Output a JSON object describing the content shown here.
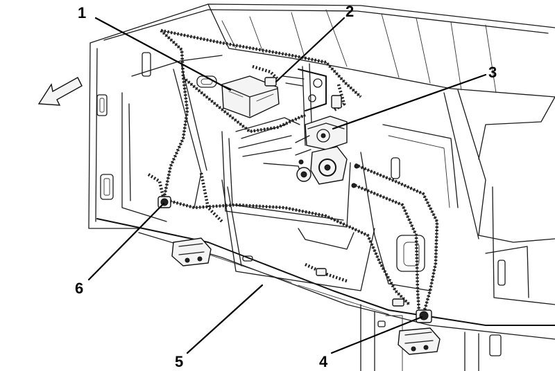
{
  "callouts": [
    {
      "id": "1",
      "text": "1"
    },
    {
      "id": "2",
      "text": "2"
    },
    {
      "id": "3",
      "text": "3"
    },
    {
      "id": "4",
      "text": "4"
    },
    {
      "id": "5",
      "text": "5"
    },
    {
      "id": "6",
      "text": "6"
    }
  ],
  "icons": {
    "direction": "forward-arrow-icon"
  },
  "colors": {
    "line": "#1a1a1a",
    "background": "#ffffff"
  }
}
